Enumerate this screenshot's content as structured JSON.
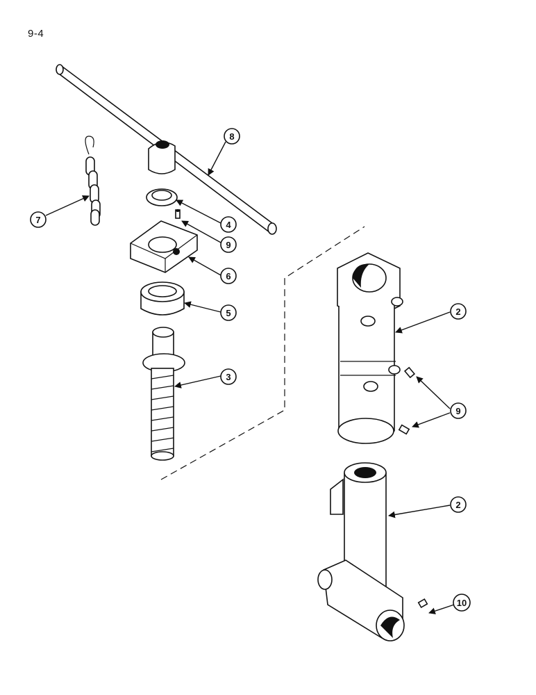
{
  "page_number": "9-4",
  "callouts": [
    "8",
    "7",
    "4",
    "9",
    "6",
    "5",
    "3",
    "2",
    "9",
    "2",
    "10"
  ]
}
